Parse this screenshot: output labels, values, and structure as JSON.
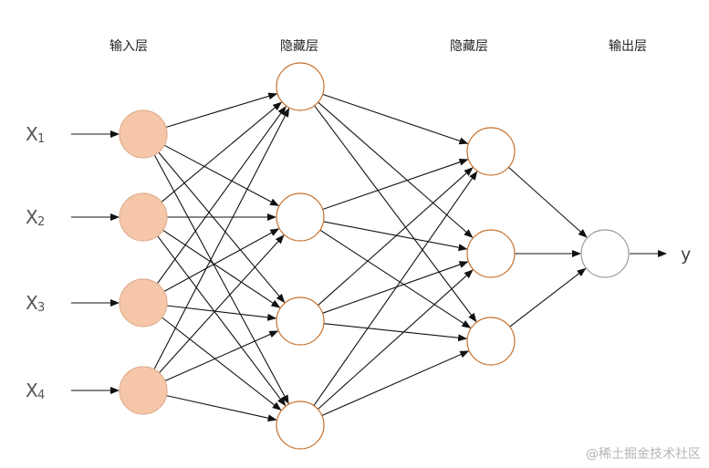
{
  "layers": [
    {
      "title": "输入层",
      "size": 4,
      "fill": "#f5c6a8",
      "stroke": "#e0b090"
    },
    {
      "title": "隐藏层",
      "size": 4,
      "fill": "#ffffff",
      "stroke": "#c8702a"
    },
    {
      "title": "隐藏层",
      "size": 3,
      "fill": "#ffffff",
      "stroke": "#c8702a"
    },
    {
      "title": "输出层",
      "size": 1,
      "fill": "#ffffff",
      "stroke": "#999999"
    }
  ],
  "inputs": [
    {
      "letter": "X",
      "sub": "1"
    },
    {
      "letter": "X",
      "sub": "2"
    },
    {
      "letter": "X",
      "sub": "3"
    },
    {
      "letter": "X",
      "sub": "4"
    }
  ],
  "output_label": "y",
  "watermark": "@稀土掘金技术社区",
  "colors": {
    "edge": "#111111"
  }
}
